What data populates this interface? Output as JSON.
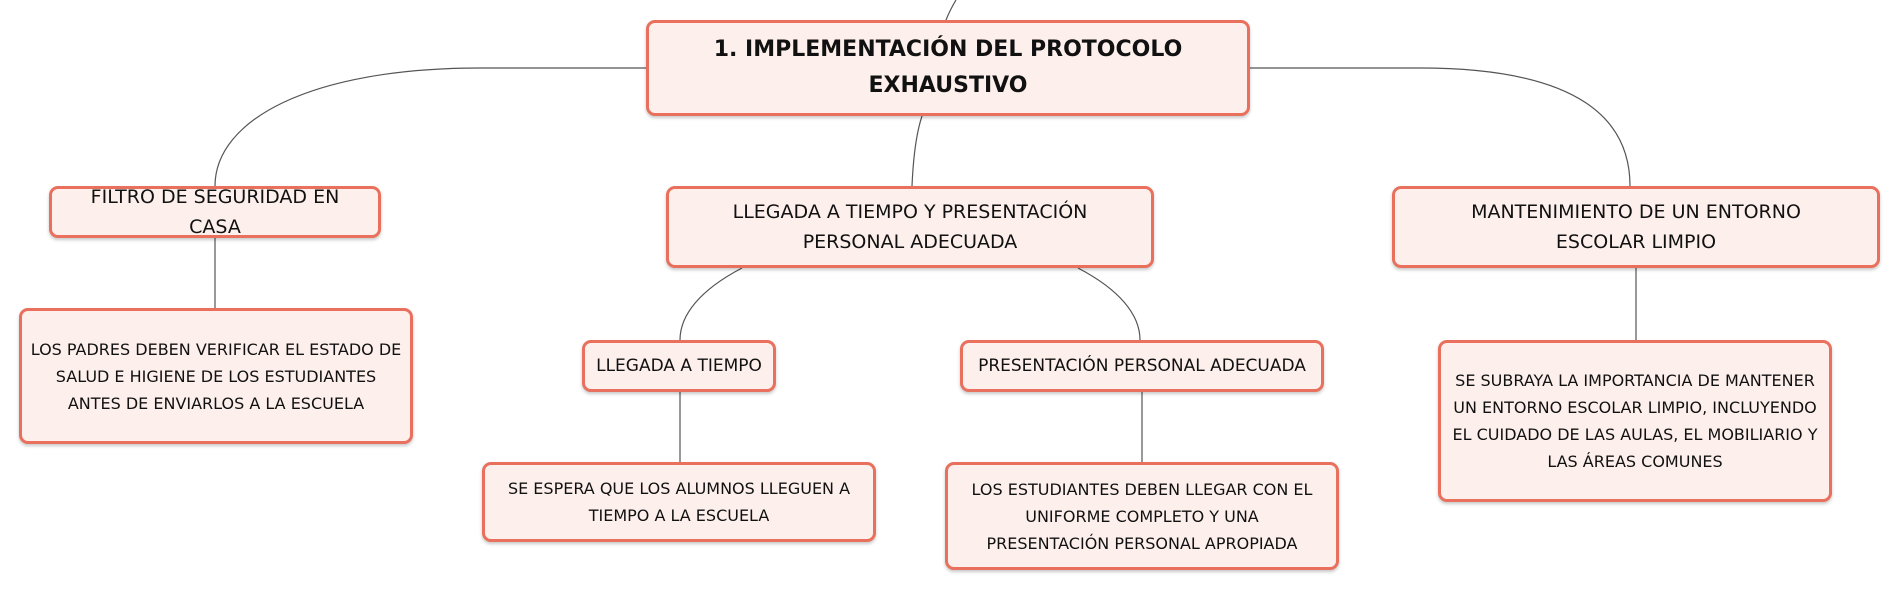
{
  "colors": {
    "node_fill": "#fdf0ec",
    "node_border": "#e8705c",
    "connector": "#555555",
    "text": "#111111"
  },
  "root": {
    "label": "1. IMPLEMENTACIÓN DEL PROTOCOLO EXHAUSTIVO"
  },
  "branches": {
    "filtro": {
      "label": "FILTRO DE SEGURIDAD EN CASA",
      "detail": "LOS PADRES DEBEN VERIFICAR EL ESTADO DE SALUD E HIGIENE DE LOS ESTUDIANTES ANTES DE ENVIARLOS A LA ESCUELA"
    },
    "llegada_presentacion": {
      "label": "LLEGADA A TIEMPO Y PRESENTACIÓN PERSONAL ADECUADA",
      "children": {
        "llegada": {
          "label": "LLEGADA A TIEMPO",
          "detail": "SE ESPERA QUE LOS ALUMNOS LLEGUEN A TIEMPO A LA ESCUELA"
        },
        "presentacion": {
          "label": "PRESENTACIÓN PERSONAL ADECUADA",
          "detail": "LOS ESTUDIANTES DEBEN LLEGAR CON EL UNIFORME COMPLETO Y UNA PRESENTACIÓN PERSONAL APROPIADA"
        }
      }
    },
    "entorno": {
      "label": "MANTENIMIENTO DE UN ENTORNO ESCOLAR LIMPIO",
      "detail": "SE SUBRAYA LA IMPORTANCIA DE MANTENER UN ENTORNO ESCOLAR LIMPIO, INCLUYENDO EL CUIDADO DE LAS AULAS, EL MOBILIARIO Y LAS ÁREAS COMUNES"
    }
  }
}
